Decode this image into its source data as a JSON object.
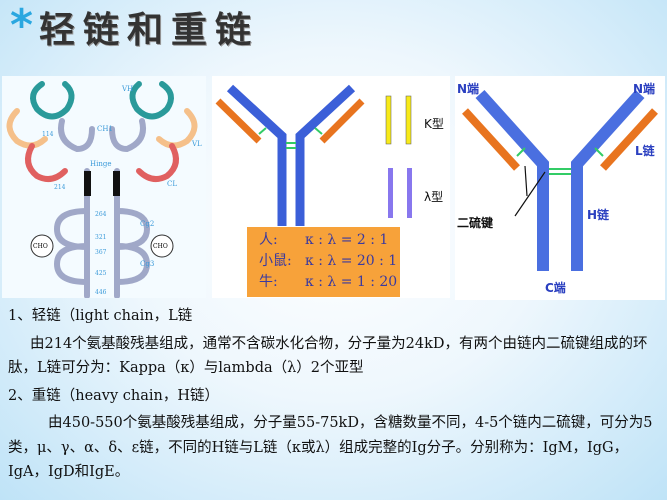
{
  "title": {
    "star": "*",
    "text": "轻链和重链"
  },
  "fig1": {
    "labels": {
      "hinge": "Hinge",
      "cho": "CHO",
      "ch2": "Cg2",
      "ch3": "Cg3",
      "vh": "VH",
      "ch1": "CH1",
      "vl": "VL",
      "cl": "CL"
    },
    "numbers": [
      "264",
      "321",
      "367",
      "425",
      "446",
      "214",
      "114"
    ]
  },
  "fig2": {
    "kappa_label": "K型",
    "lambda_label": "λ型",
    "ratios": [
      {
        "species": "人:",
        "ratio": "κ : λ = 2 : 1"
      },
      {
        "species": "小鼠:",
        "ratio": "κ : λ = 20 : 1"
      },
      {
        "species": "牛:",
        "ratio": "κ : λ = 1 : 20"
      }
    ],
    "colors": {
      "heavy": "#3b5fd8",
      "light": "#e8741f",
      "kappa": "#f7ea1a",
      "lambda": "#8877ee",
      "disulfide": "#33cc66",
      "box": "#f7a23a"
    }
  },
  "fig3": {
    "n_left": "N端",
    "n_right": "N端",
    "l_chain": "L链",
    "h_chain": "H链",
    "disulfide": "二硫键",
    "c_end": "C端"
  },
  "body": {
    "h1": "1、轻链（light chain，L链",
    "p1": "由214个氨基酸残基组成，通常不含碳水化合物，分子量为24kD，有两个由链内二硫键组成的环肽，L链可分为：Kappa（κ）与lambda（λ）2个亚型",
    "h2": "2、重链（heavy chain，H链）",
    "p2": "由450-550个氨基酸残基组成，分子量55-75kD，含糖数量不同，4-5个链内二硫键，可分为5类，μ、γ、α、δ、ε链，不同的H链与L链（κ或λ）组成完整的Ig分子。分别称为：IgM，IgG，IgA，IgD和IgE。"
  }
}
